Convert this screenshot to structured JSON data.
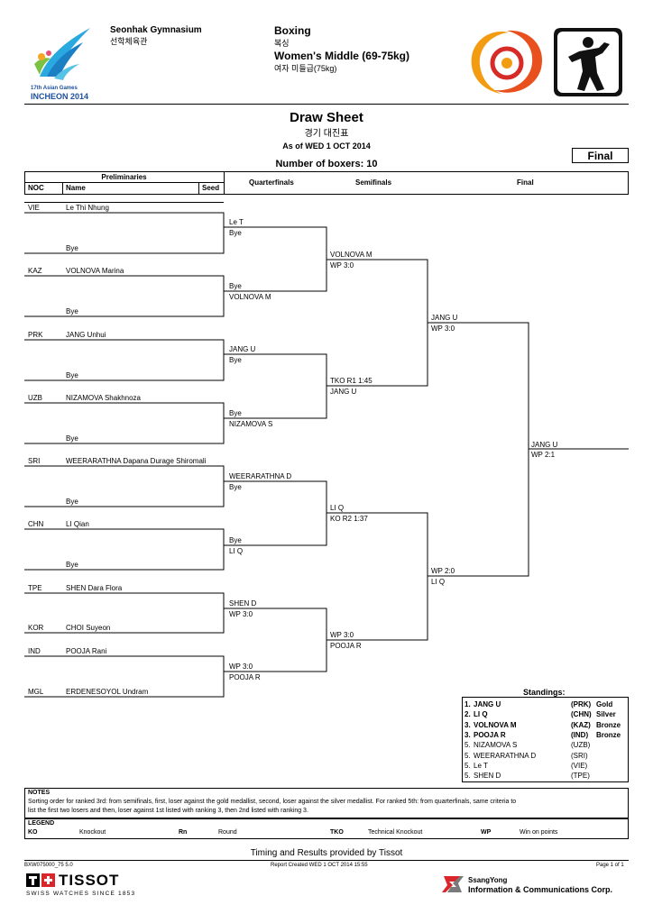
{
  "header": {
    "venue": "Seonhak Gymnasium",
    "venue_kr": "선학체육관",
    "sport": "Boxing",
    "sport_kr": "복싱",
    "event": "Women's Middle (69-75kg)",
    "event_kr": "여자 미들급(75kg)",
    "games_line1": "17th Asian Games",
    "games_line2": "INCHEON 2014"
  },
  "title": {
    "main": "Draw Sheet",
    "kr": "경기 대진표",
    "asof": "As of WED 1 OCT 2014",
    "boxers": "Number of boxers: 10",
    "final_badge": "Final"
  },
  "columns": {
    "preliminaries": "Preliminaries",
    "noc": "NOC",
    "name": "Name",
    "seed": "Seed",
    "qf": "Quarterfinals",
    "sf": "Semifinals",
    "final": "Final"
  },
  "prelims": [
    {
      "noc": "VIE",
      "name": "Le Thi Nhung"
    },
    {
      "noc": "",
      "name": "Bye"
    },
    {
      "noc": "KAZ",
      "name": "VOLNOVA Marina"
    },
    {
      "noc": "",
      "name": "Bye"
    },
    {
      "noc": "PRK",
      "name": "JANG Unhui"
    },
    {
      "noc": "",
      "name": "Bye"
    },
    {
      "noc": "UZB",
      "name": "NIZAMOVA Shakhnoza"
    },
    {
      "noc": "",
      "name": "Bye"
    },
    {
      "noc": "SRI",
      "name": "WEERARATHNA Dapana Durage Shiromali"
    },
    {
      "noc": "",
      "name": "Bye"
    },
    {
      "noc": "CHN",
      "name": "LI Qian"
    },
    {
      "noc": "",
      "name": "Bye"
    },
    {
      "noc": "TPE",
      "name": "SHEN Dara Flora"
    },
    {
      "noc": "KOR",
      "name": "CHOI Suyeon"
    },
    {
      "noc": "IND",
      "name": "POOJA Rani"
    },
    {
      "noc": "MGL",
      "name": "ERDENESOYOL Undram"
    }
  ],
  "qf": [
    {
      "top": "Le T",
      "bottom": "Bye"
    },
    {
      "top": "Bye",
      "bottom": "VOLNOVA M"
    },
    {
      "top": "JANG U",
      "bottom": "Bye"
    },
    {
      "top": "Bye",
      "bottom": "NIZAMOVA S"
    },
    {
      "top": "WEERARATHNA D",
      "bottom": "Bye"
    },
    {
      "top": "Bye",
      "bottom": "LI Q"
    },
    {
      "top": "SHEN D",
      "bottom": "WP 3:0"
    },
    {
      "top": "WP 3:0",
      "bottom": "POOJA R"
    }
  ],
  "sf_round": [
    {
      "top": "VOLNOVA M",
      "bottom": "WP 3:0"
    },
    {
      "top": "TKO R1 1:45",
      "bottom": "JANG U"
    },
    {
      "top": "LI Q",
      "bottom": "KO R2 1:37"
    },
    {
      "top": "WP 3:0",
      "bottom": "POOJA R"
    }
  ],
  "semis": [
    {
      "top": "JANG U",
      "bottom": "WP 3:0"
    },
    {
      "top": "WP 2:0",
      "bottom": "LI Q"
    }
  ],
  "final_result": {
    "top": "JANG U",
    "bottom": "WP 2:1"
  },
  "standings": {
    "title": "Standings:",
    "rows": [
      {
        "rank": "1.",
        "name": "JANG U",
        "noc": "(PRK)",
        "medal": "Gold",
        "bold": true
      },
      {
        "rank": "2.",
        "name": "LI Q",
        "noc": "(CHN)",
        "medal": "Silver",
        "bold": true
      },
      {
        "rank": "3.",
        "name": "VOLNOVA M",
        "noc": "(KAZ)",
        "medal": "Bronze",
        "bold": true
      },
      {
        "rank": "3.",
        "name": "POOJA R",
        "noc": "(IND)",
        "medal": "Bronze",
        "bold": true
      },
      {
        "rank": "5.",
        "name": "NIZAMOVA S",
        "noc": "(UZB)",
        "medal": "",
        "bold": false
      },
      {
        "rank": "5.",
        "name": "WEERARATHNA D",
        "noc": "(SRI)",
        "medal": "",
        "bold": false
      },
      {
        "rank": "5.",
        "name": "Le T",
        "noc": "(VIE)",
        "medal": "",
        "bold": false
      },
      {
        "rank": "5.",
        "name": "SHEN D",
        "noc": "(TPE)",
        "medal": "",
        "bold": false
      }
    ]
  },
  "notes": {
    "title": "NOTES",
    "line1": "Sorting order for ranked 3rd: from semifinals, first, loser against the gold medallist, second, loser against the silver medallist. For ranked 5th: from quarterfinals, same criteria to",
    "line2": "list the first two losers and then, loser against 1st listed with ranking 3, then 2nd listed with ranking 3."
  },
  "legend": {
    "title": "LEGEND",
    "items": [
      {
        "code": "KO",
        "desc": "Knockout"
      },
      {
        "code": "Rn",
        "desc": "Round"
      },
      {
        "code": "TKO",
        "desc": "Technical Knockout"
      },
      {
        "code": "WP",
        "desc": "Win on points"
      }
    ]
  },
  "footer": {
    "timing": "Timing and Results provided by Tissot",
    "code": "BXW075000_75 5.0",
    "created": "Report Created  WED 1 OCT 2014 15:55",
    "page": "Page 1 of 1",
    "tissot": "TISSOT",
    "tissot_sub": "SWISS WATCHES SINCE 1853",
    "ssy1": "SsangYong",
    "ssy2": "Information & Communications Corp."
  }
}
